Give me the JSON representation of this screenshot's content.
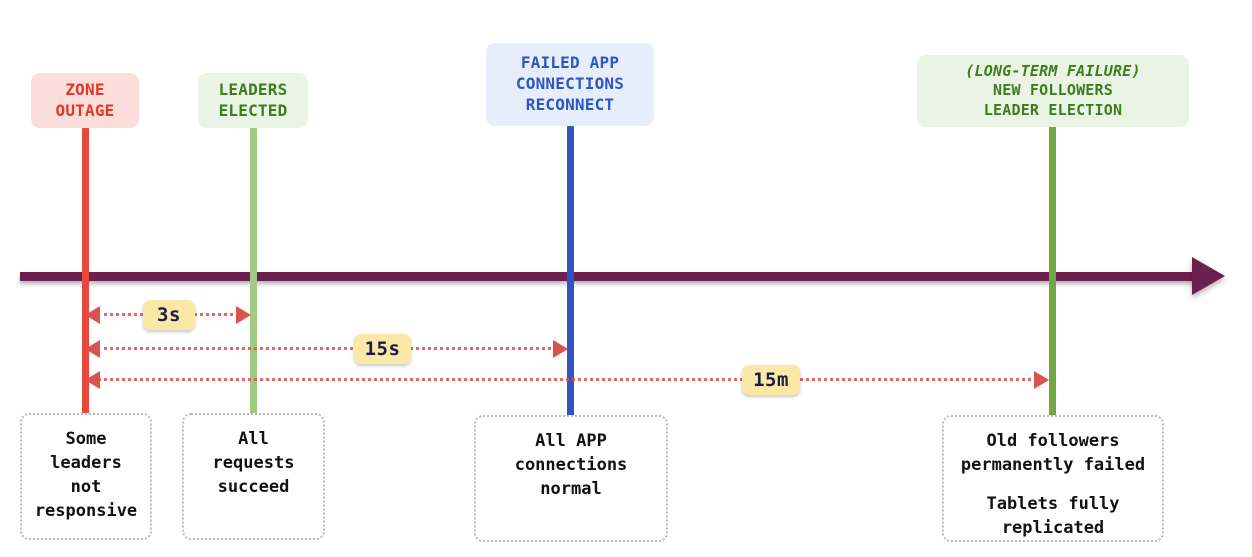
{
  "diagram": {
    "type": "timeline",
    "title": "Zone outage recovery timeline",
    "axis": {
      "name": "time-axis",
      "direction": "left-to-right",
      "color": "#6b2050"
    },
    "events": [
      {
        "id": "zone-outage",
        "lines": [
          "ZONE",
          "OUTAGE"
        ],
        "text_color": "#e03a27",
        "chip_bg": "#fbdedb",
        "marker_color": "#e8483a",
        "italic_first_line": false
      },
      {
        "id": "leaders-elected",
        "lines": [
          "LEADERS",
          "ELECTED"
        ],
        "text_color": "#3f7b1f",
        "chip_bg": "#eaf4e4",
        "marker_color": "#9ecb80",
        "italic_first_line": false
      },
      {
        "id": "failed-app-connections-reconnect",
        "lines": [
          "FAILED APP",
          "CONNECTIONS",
          "RECONNECT"
        ],
        "text_color": "#2f55c4",
        "chip_bg": "#e6eefb",
        "marker_color": "#2f55c4",
        "italic_first_line": false
      },
      {
        "id": "new-followers-leader-election",
        "lines": [
          "(LONG-TERM FAILURE)",
          "NEW FOLLOWERS",
          "LEADER ELECTION"
        ],
        "text_color": "#3f7b1f",
        "chip_bg": "#eaf4e4",
        "marker_color": "#6fa844",
        "italic_first_line": true
      }
    ],
    "durations": [
      {
        "id": "duration-3s",
        "label": "3s",
        "from_event": "zone-outage",
        "to_event": "leaders-elected",
        "value": 3,
        "unit": "s"
      },
      {
        "id": "duration-15s",
        "label": "15s",
        "from_event": "zone-outage",
        "to_event": "failed-app-connections-reconnect",
        "value": 15,
        "unit": "s"
      },
      {
        "id": "duration-15m",
        "label": "15m",
        "from_event": "zone-outage",
        "to_event": "new-followers-leader-election",
        "value": 15,
        "unit": "m"
      }
    ],
    "descriptions": [
      {
        "id": "desc-zone-outage",
        "for_event": "zone-outage",
        "lines": [
          "Some",
          "leaders",
          "not",
          "responsive"
        ]
      },
      {
        "id": "desc-leaders-elected",
        "for_event": "leaders-elected",
        "lines": [
          "All",
          "requests",
          "succeed"
        ]
      },
      {
        "id": "desc-app-connections",
        "for_event": "failed-app-connections-reconnect",
        "lines": [
          "All APP",
          "connections",
          "normal"
        ]
      },
      {
        "id": "desc-long-term-failure",
        "for_event": "new-followers-leader-election",
        "lines": [
          "Old followers",
          "permanently failed",
          "",
          "Tablets fully",
          "replicated"
        ]
      }
    ],
    "colors": {
      "axis": "#6b2050",
      "measure_arrow": "#d9534f",
      "badge_bg": "#fbe8a6",
      "badge_text": "#1b1b46",
      "box_border": "#b9b9b9"
    }
  }
}
